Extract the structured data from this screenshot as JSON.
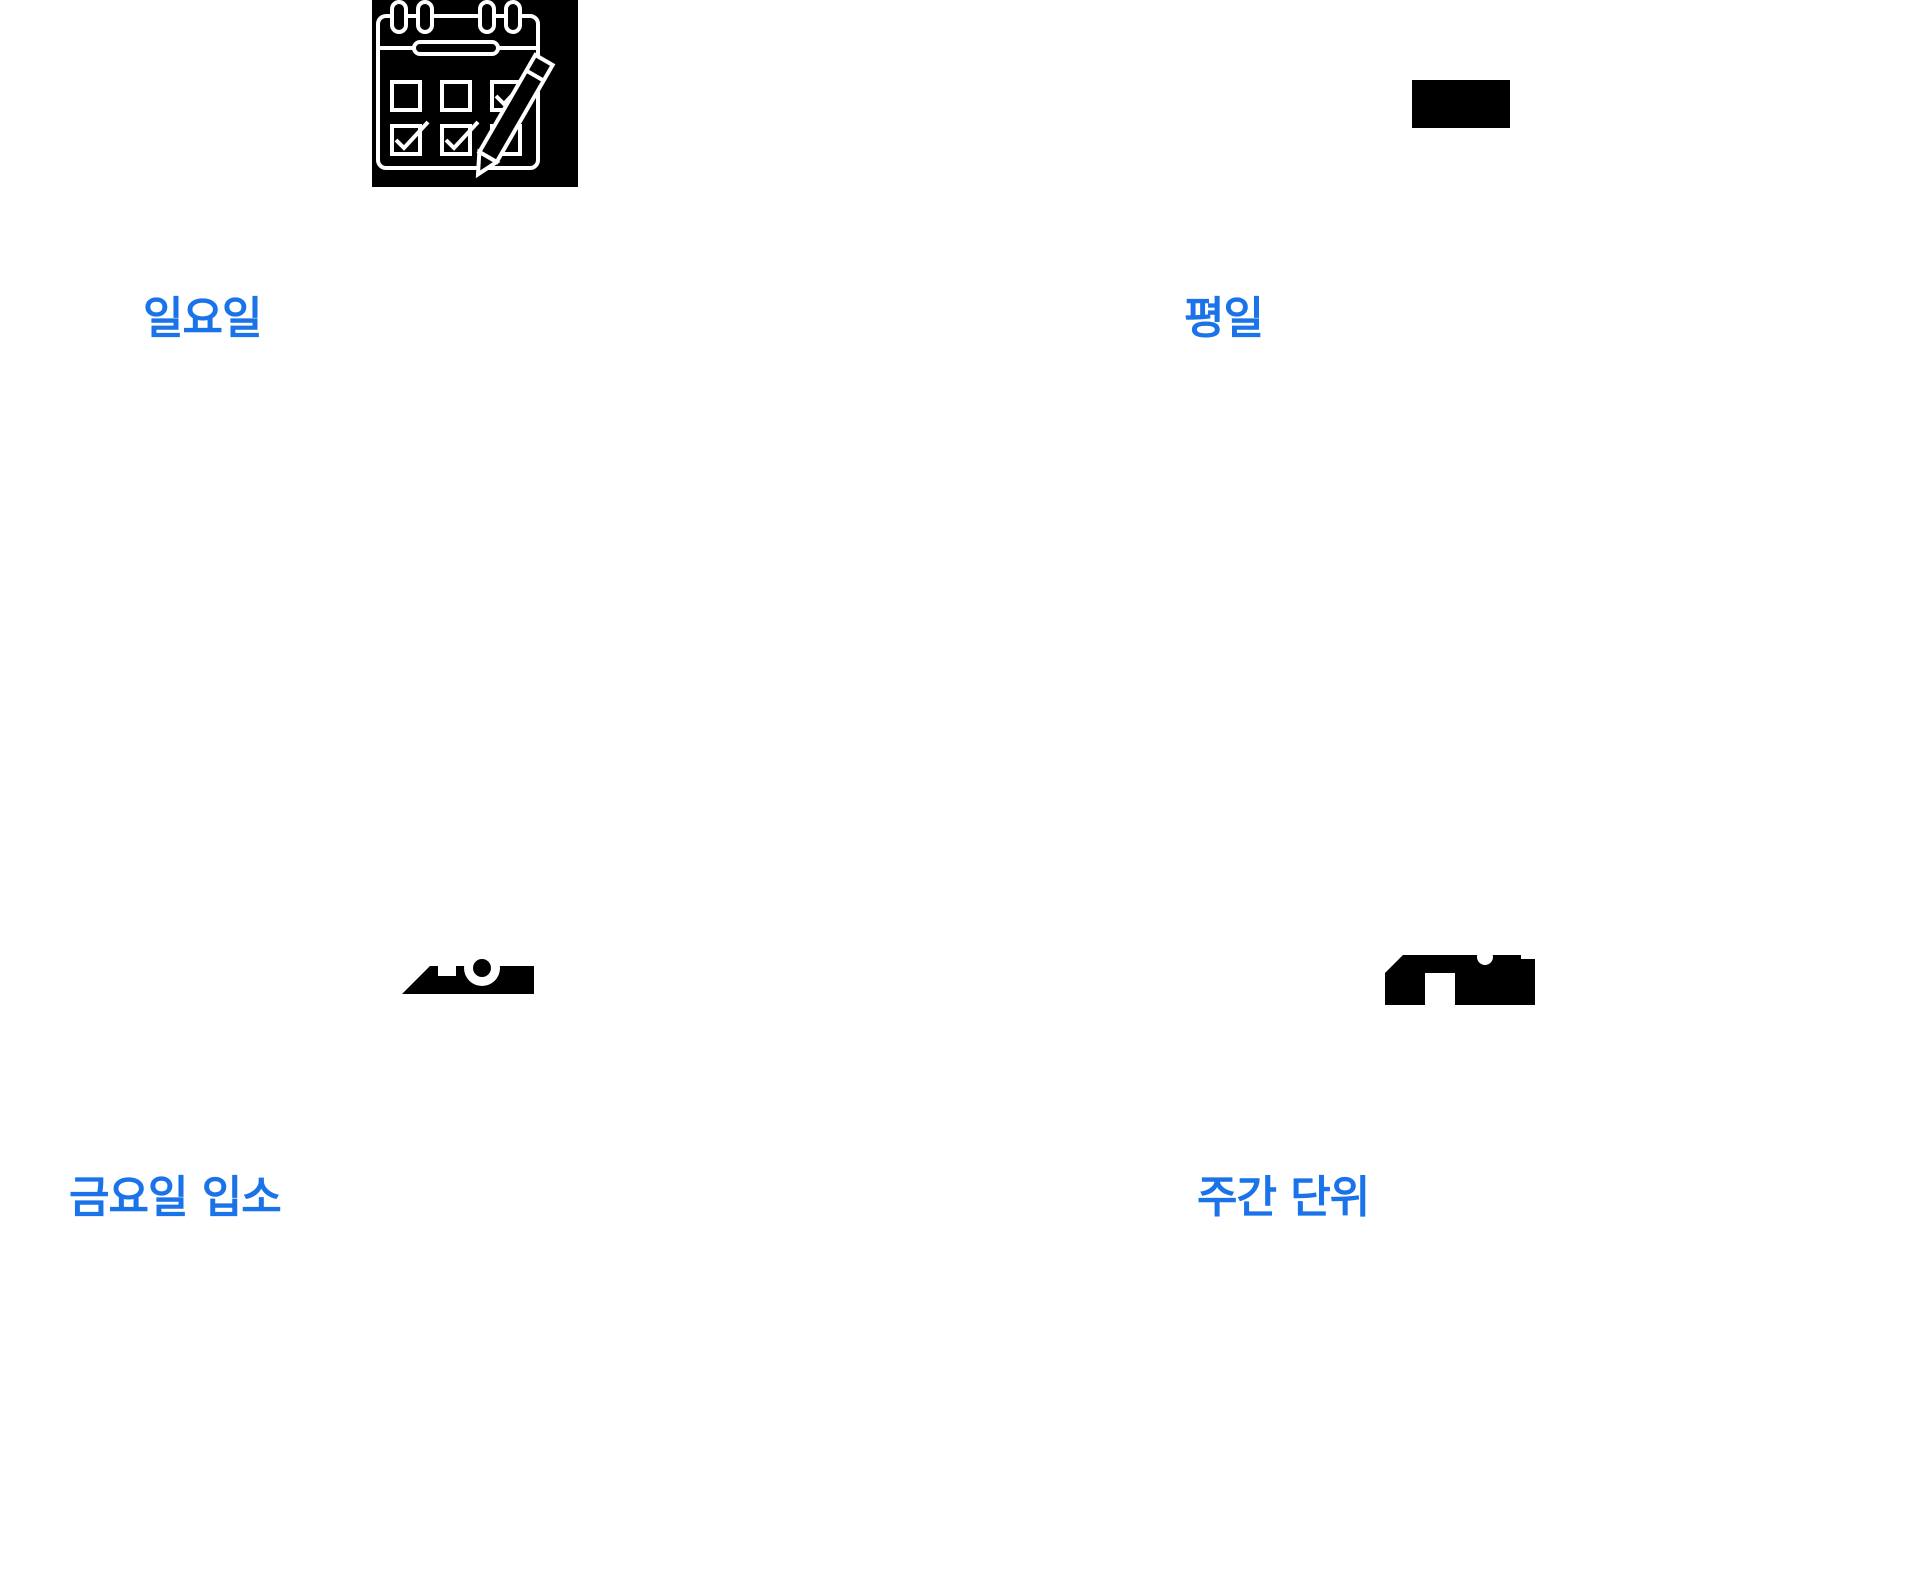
{
  "colors": {
    "accent": "#1a73e8",
    "background": "#ffffff",
    "icon": "#000000"
  },
  "cards": [
    {
      "label": "일요일",
      "icon": "calendar-checklist-pencil-icon"
    },
    {
      "label": "평일",
      "icon": "weekday-icon"
    },
    {
      "label": "금요일 입소",
      "icon": "friday-icon"
    },
    {
      "label": "주간 단위",
      "icon": "weekly-icon"
    }
  ]
}
